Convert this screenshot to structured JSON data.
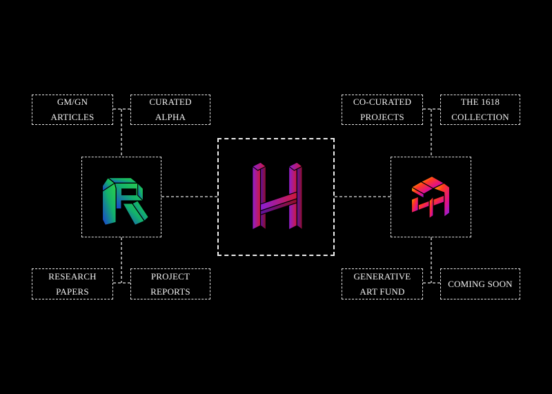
{
  "hub": {
    "logo_icon": "h-isometric-logo-icon",
    "colors": [
      "#8a1fd6",
      "#d0183a"
    ]
  },
  "left_hub": {
    "logo_icon": "r-isometric-logo-icon",
    "colors": [
      "#1a3bd8",
      "#13b26b",
      "#2ed04a"
    ],
    "top_nodes": [
      "GM/GN\nARTICLES",
      "CURATED\nALPHA"
    ],
    "bottom_nodes": [
      "RESEARCH\nPAPERS",
      "PROJECT\nREPORTS"
    ]
  },
  "right_hub": {
    "logo_icon": "cube-h-isometric-logo-icon",
    "colors": [
      "#ffcc00",
      "#ff3b1f",
      "#e0108a",
      "#7a25f0"
    ],
    "top_nodes": [
      "CO-CURATED\nPROJECTS",
      "THE 1618\nCOLLECTION"
    ],
    "bottom_nodes": [
      "GENERATIVE\nART FUND",
      "COMING SOON"
    ]
  },
  "line_color": "#e8e8e8"
}
